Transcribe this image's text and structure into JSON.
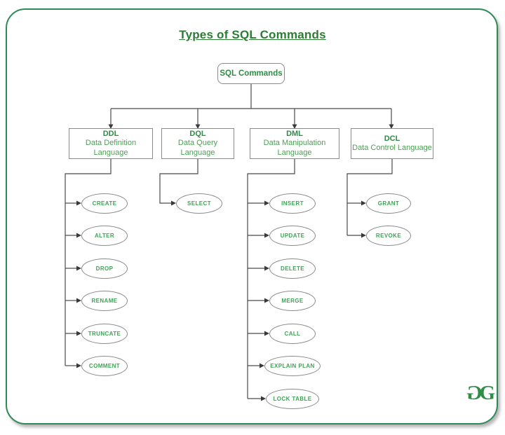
{
  "page": {
    "title": "Types of SQL Commands"
  },
  "root": {
    "label": "SQL Commands"
  },
  "categories": [
    {
      "abbr": "DDL",
      "lines": [
        "Data Definition",
        "Language"
      ],
      "commands": [
        "CREATE",
        "ALTER",
        "DROP",
        "RENAME",
        "TRUNCATE",
        "COMMENT"
      ]
    },
    {
      "abbr": "DQL",
      "lines": [
        "Data Query",
        "Language"
      ],
      "commands": [
        "SELECT"
      ]
    },
    {
      "abbr": "DML",
      "lines": [
        "Data Manipulation",
        "Language"
      ],
      "commands": [
        "INSERT",
        "UPDATE",
        "DELETE",
        "MERGE",
        "CALL",
        "EXPLAIN PLAN",
        "LOCK TABLE"
      ]
    },
    {
      "abbr": "DCL",
      "lines": [
        "Data Control Language"
      ],
      "commands": [
        "GRANT",
        "REVOKE"
      ]
    }
  ],
  "logo": {
    "left_glyph": "G",
    "right_glyph": "G"
  },
  "colors": {
    "frame_green": "#2e8b57",
    "title_green": "#2b7d33",
    "node_green": "#2e8b46",
    "subtitle_green": "#4aa052",
    "command_green": "#3fa455",
    "border_gray": "#8a8a8a",
    "line_gray": "#4a4a4a",
    "logo_green": "#2f8d46"
  }
}
